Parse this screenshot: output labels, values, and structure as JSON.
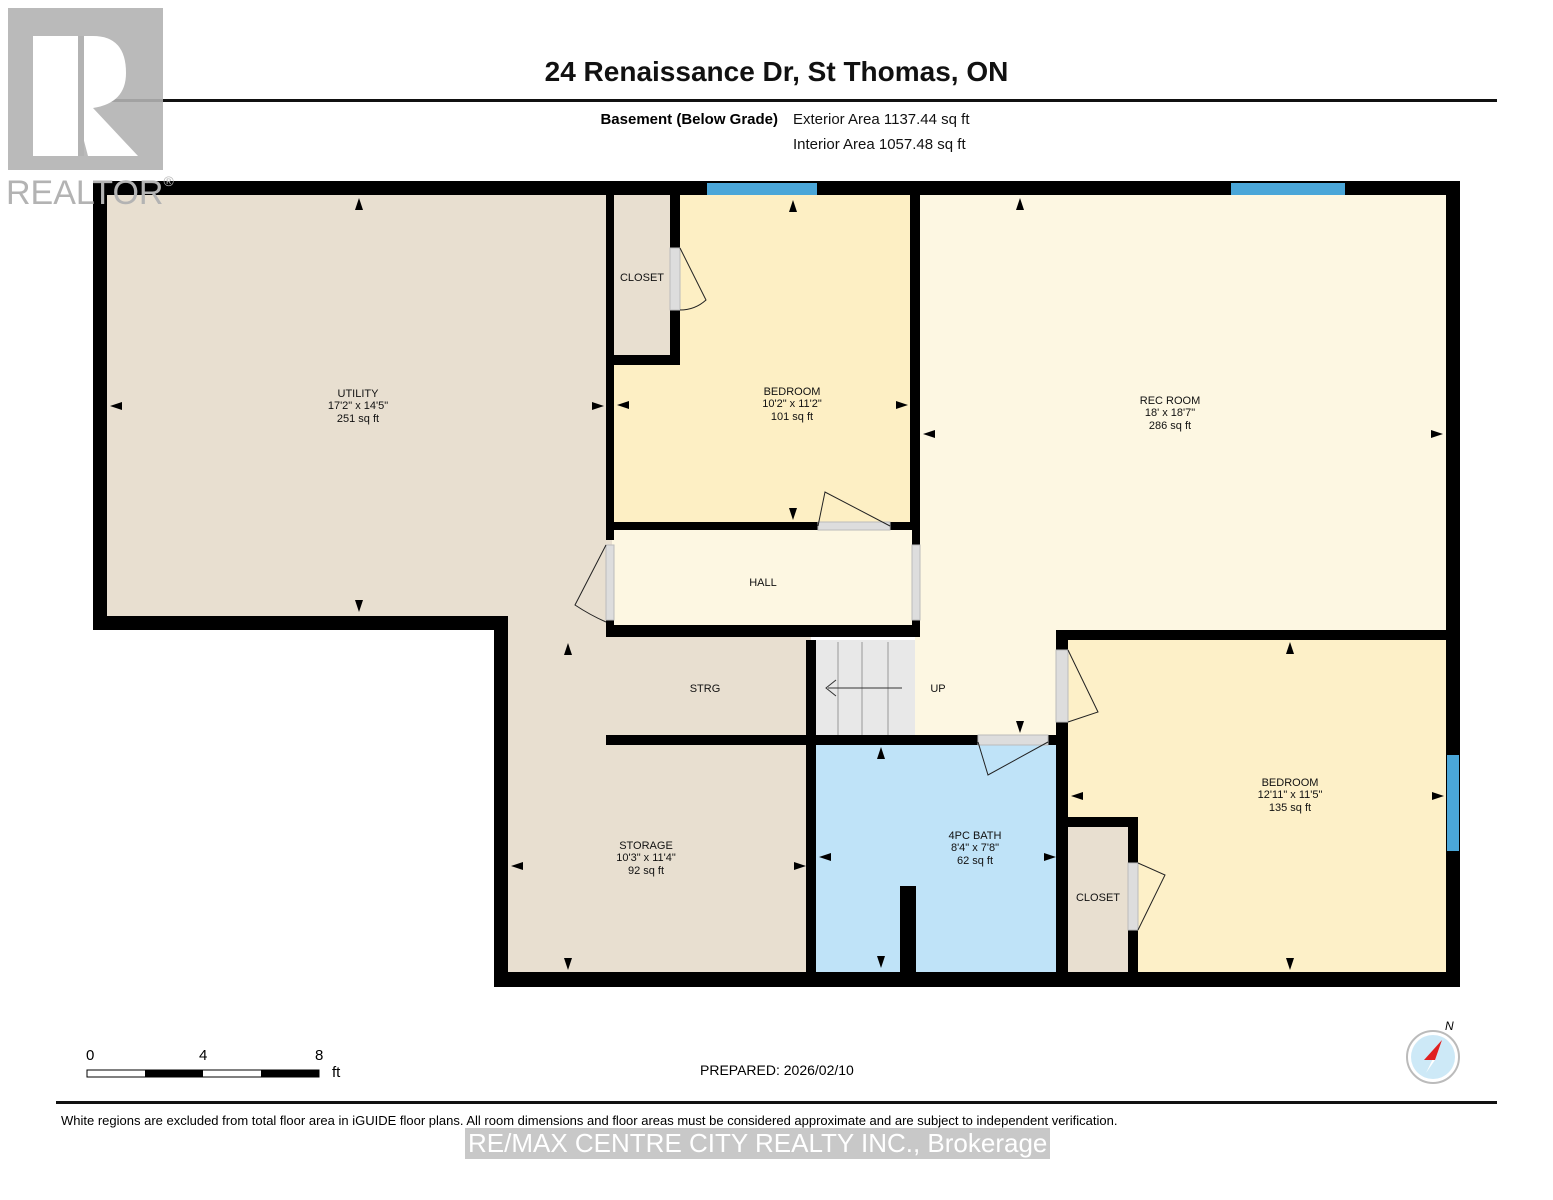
{
  "title": "24 Renaissance Dr, St Thomas, ON",
  "floor": {
    "name": "Basement (Below Grade)",
    "exterior_area": "Exterior Area 1137.44 sq ft",
    "interior_area": "Interior Area 1057.48 sq ft"
  },
  "logo": {
    "text": "REALTOR®",
    "color": "#b3b3b3"
  },
  "rooms": {
    "utility": {
      "name": "UTILITY",
      "dims": "17'2\" x 14'5\"",
      "area": "251 sq ft"
    },
    "closet1": {
      "name": "CLOSET"
    },
    "bedroom1": {
      "name": "BEDROOM",
      "dims": "10'2\" x 11'2\"",
      "area": "101 sq ft"
    },
    "rec_room": {
      "name": "REC ROOM",
      "dims": "18' x 18'7\"",
      "area": "286 sq ft"
    },
    "hall": {
      "name": "HALL"
    },
    "strg": {
      "name": "STRG"
    },
    "stairs": {
      "name": "UP"
    },
    "storage": {
      "name": "STORAGE",
      "dims": "10'3\" x 11'4\"",
      "area": "92 sq ft"
    },
    "bath": {
      "name": "4PC BATH",
      "dims": "8'4\" x 7'8\"",
      "area": "62 sq ft"
    },
    "closet2": {
      "name": "CLOSET"
    },
    "bedroom2": {
      "name": "BEDROOM",
      "dims": "12'11\" x 11'5\"",
      "area": "135 sq ft"
    }
  },
  "colors": {
    "beige": "#e8dfd0",
    "bedroom": "#fdf0c8",
    "rec": "#fdf7e2",
    "bath": "#bfe3f8",
    "window": "#4aa6d8",
    "wall": "#000000"
  },
  "scale": {
    "ticks": [
      "0",
      "4",
      "8"
    ],
    "unit": "ft"
  },
  "compass": {
    "label": "N"
  },
  "prepared": "PREPARED: 2026/02/10",
  "disclaimer": "White regions are excluded from total floor area in iGUIDE floor plans. All room dimensions and floor areas must be considered approximate and are subject to independent verification.",
  "brokerage": "RE/MAX CENTRE CITY REALTY INC., Brokerage"
}
